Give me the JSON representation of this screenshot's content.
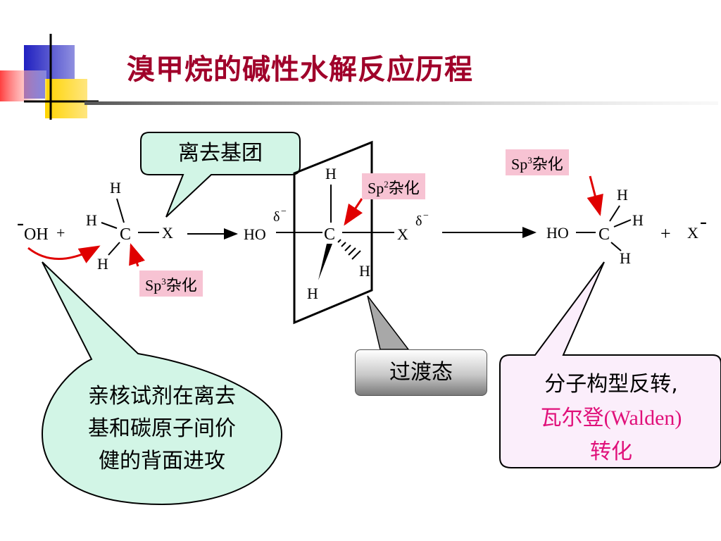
{
  "slide": {
    "title": "溴甲烷的碱性水解反应历程"
  },
  "callouts": {
    "leaving_group": "离去基团",
    "transition_state": "过渡态",
    "nucleophile_attack": [
      "亲核试剂在离去",
      "基和碳原子间价",
      "健的背面进攻"
    ],
    "walden_line1": "分子构型反转,",
    "walden_line2_a": "瓦尔登",
    "walden_line2_b": "(Walden)",
    "walden_line3": "转化"
  },
  "hybrid_labels": {
    "sp3_left_base": "Sp",
    "sp3_left_sup": "3",
    "sp3_left_text": "杂化",
    "sp2_base": "Sp",
    "sp2_sup": "2",
    "sp2_text": "杂化",
    "sp3_right_base": "Sp",
    "sp3_right_sup": "3",
    "sp3_right_text": "杂化"
  },
  "reaction": {
    "hydroxide_charge": "-",
    "hydroxide": "OH",
    "plus1": "+",
    "H": "H",
    "C": "C",
    "X": "X",
    "HO": "HO",
    "delta": "δ",
    "delta_sign": "−",
    "plus2": "+",
    "x_ion": "X",
    "x_ion_charge": "-"
  },
  "colors": {
    "title": "#a0002a",
    "accent_red": "#e00000",
    "pink_label": "#f7c3d3",
    "mint_callout": "#d2f5e6",
    "lavender_callout": "#fbeefb",
    "walden_pink": "#e0107a"
  }
}
